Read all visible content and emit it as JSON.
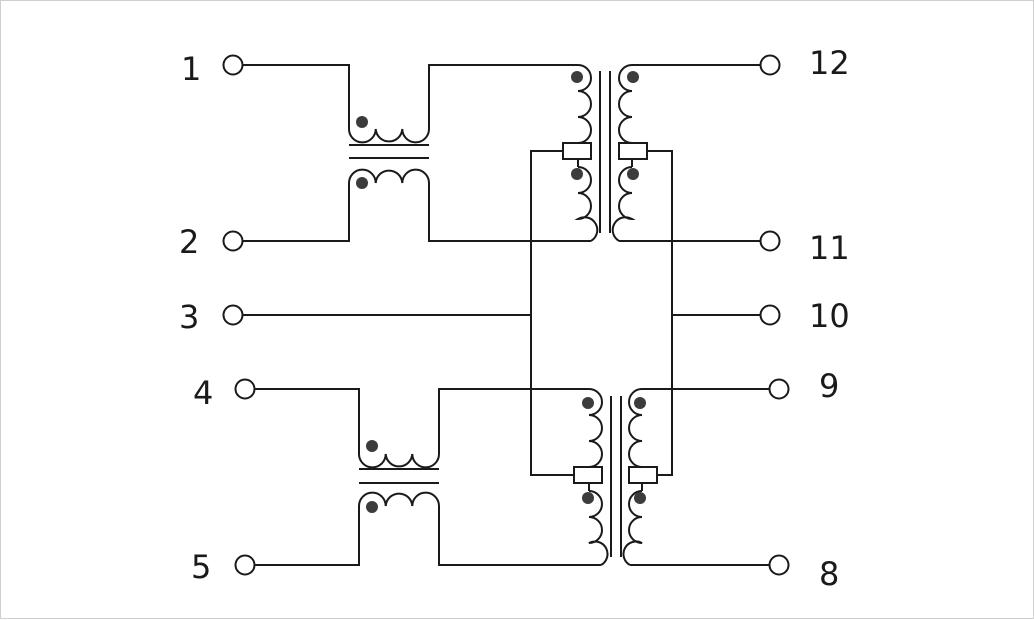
{
  "schematic": {
    "pins": {
      "p1": "1",
      "p2": "2",
      "p3": "3",
      "p4": "4",
      "p5": "5",
      "p8": "8",
      "p9": "9",
      "p10": "10",
      "p11": "11",
      "p12": "12"
    },
    "colors": {
      "line": "#1a1a1a",
      "dot": "#3c3c3c",
      "frame": "#cfcfcf",
      "background": "#ffffff"
    }
  }
}
